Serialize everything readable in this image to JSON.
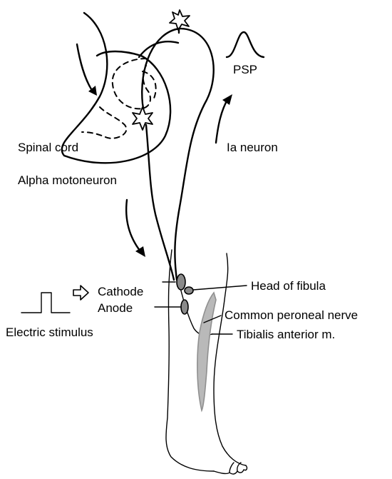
{
  "labels": {
    "psp": "PSP",
    "spinal_cord": "Spinal cord",
    "ia_neuron": "Ia neuron",
    "alpha_motoneuron": "Alpha motoneuron",
    "cathode": "Cathode",
    "anode": "Anode",
    "head_of_fibula": "Head of fibula",
    "common_peroneal_nerve": "Common peroneal nerve",
    "tibialis_anterior": "Tibialis anterior m.",
    "electric_stimulus": "Electric stimulus"
  },
  "icons": {
    "stimulus_arrow": "hollow-right-arrow-icon",
    "upper_star": "star-icon",
    "cord_star": "star-icon"
  },
  "colors": {
    "electrode": "#8a8a8a",
    "muscle": "#b9b9b9",
    "line": "#000000"
  }
}
